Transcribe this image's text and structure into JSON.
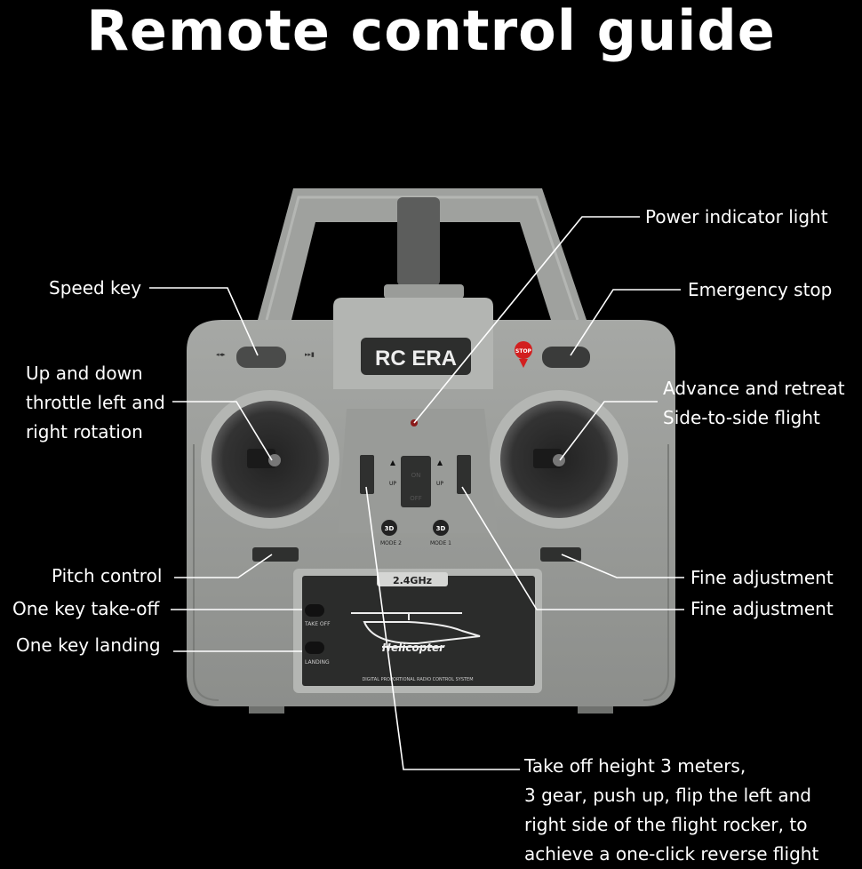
{
  "title": "Remote control guide",
  "brand": {
    "logo": "RC ERA",
    "band": "2.4GHz",
    "model": "Helicopter",
    "footer": "DIGITAL PROPORTIONAL RADIO CONTROL SYSTEM",
    "stop": "STOP",
    "take_off_btn": "TAKE OFF",
    "landing_btn": "LANDING",
    "mode2": "MODE 2",
    "mode1": "MODE 1",
    "up_left": "UP",
    "up_right": "UP",
    "on": "ON",
    "off": "OFF",
    "badge_3d": "3D"
  },
  "labels": {
    "power_indicator": "Power indicator light",
    "speed_key": "Speed key",
    "emergency_stop": "Emergency stop",
    "left_stick_1": "Up and down",
    "left_stick_2": "throttle left and",
    "left_stick_3": "right  rotation",
    "right_stick_1": "Advance and retreat",
    "right_stick_2": "Side-to-side flight",
    "pitch_control": "Pitch control",
    "fine_adj_1": "Fine adjustment",
    "fine_adj_2": "Fine adjustment",
    "one_key_takeoff": "One key take-off",
    "one_key_landing": "One key landing"
  },
  "note": {
    "line1": "Take off height 3 meters,",
    "line2": "3 gear, push up, flip the left and",
    "line3": "right side of the flight rocker, to",
    "line4": "achieve a one-click reverse flight"
  }
}
